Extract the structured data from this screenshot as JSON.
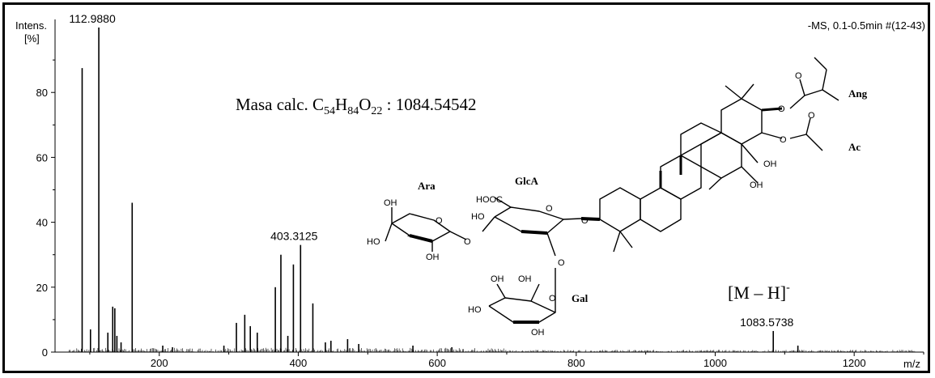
{
  "chart_data": {
    "type": "line",
    "subtype": "mass-spectrum-stick",
    "y_axis_label_line1": "Intens.",
    "y_axis_label_line2": "[%]",
    "x_axis_label": "m/z",
    "header_text": "-MS, 0.1-0.5min #(12-43)",
    "xlim": [
      50,
      1300
    ],
    "ylim": [
      0,
      102
    ],
    "x_ticks": [
      200,
      400,
      600,
      800,
      1000,
      1200
    ],
    "y_ticks": [
      0,
      20,
      40,
      60,
      80
    ],
    "grid": false,
    "peaks": [
      {
        "x": 89.0,
        "y": 87.5
      },
      {
        "x": 101.0,
        "y": 7
      },
      {
        "x": 112.988,
        "y": 100
      },
      {
        "x": 126.0,
        "y": 6
      },
      {
        "x": 133.0,
        "y": 14
      },
      {
        "x": 136.0,
        "y": 13.5
      },
      {
        "x": 139.0,
        "y": 5
      },
      {
        "x": 145.0,
        "y": 3
      },
      {
        "x": 161.0,
        "y": 46
      },
      {
        "x": 205.0,
        "y": 2
      },
      {
        "x": 219.0,
        "y": 1.5
      },
      {
        "x": 293.0,
        "y": 2
      },
      {
        "x": 311.0,
        "y": 9
      },
      {
        "x": 323.0,
        "y": 11.5
      },
      {
        "x": 331.0,
        "y": 8
      },
      {
        "x": 341.0,
        "y": 6
      },
      {
        "x": 367.0,
        "y": 20
      },
      {
        "x": 375.0,
        "y": 30
      },
      {
        "x": 385.0,
        "y": 5
      },
      {
        "x": 393.0,
        "y": 27
      },
      {
        "x": 403.3125,
        "y": 33
      },
      {
        "x": 421.0,
        "y": 15
      },
      {
        "x": 439.0,
        "y": 3
      },
      {
        "x": 447.0,
        "y": 3.5
      },
      {
        "x": 471.0,
        "y": 4
      },
      {
        "x": 487.0,
        "y": 2.5
      },
      {
        "x": 565.0,
        "y": 2
      },
      {
        "x": 621.0,
        "y": 1.5
      },
      {
        "x": 1083.5738,
        "y": 6.5
      },
      {
        "x": 1119.0,
        "y": 2
      }
    ],
    "peak_labels": [
      {
        "x": 112.988,
        "y": 100,
        "text": "112.9880"
      },
      {
        "x": 403.3125,
        "y": 33,
        "text": "403.3125"
      },
      {
        "x": 1083.5738,
        "y": 6.5,
        "text": "1083.5738"
      }
    ],
    "annotation_ion_base": "[M – H]",
    "annotation_ion_sup": "-",
    "formula_prefix": "Masa calc. C",
    "formula_sub1": "54",
    "formula_h": "H",
    "formula_sub2": "84",
    "formula_o": "O",
    "formula_sub3": "22",
    "formula_suffix": " : 1084.54542",
    "structure_labels": {
      "ara": "Ara",
      "glca": "GlcA",
      "gal": "Gal",
      "ang": "Ang",
      "ac": "Ac",
      "oh": "OH",
      "ho": "HO",
      "hooc": "HOOC",
      "o": "O"
    }
  }
}
